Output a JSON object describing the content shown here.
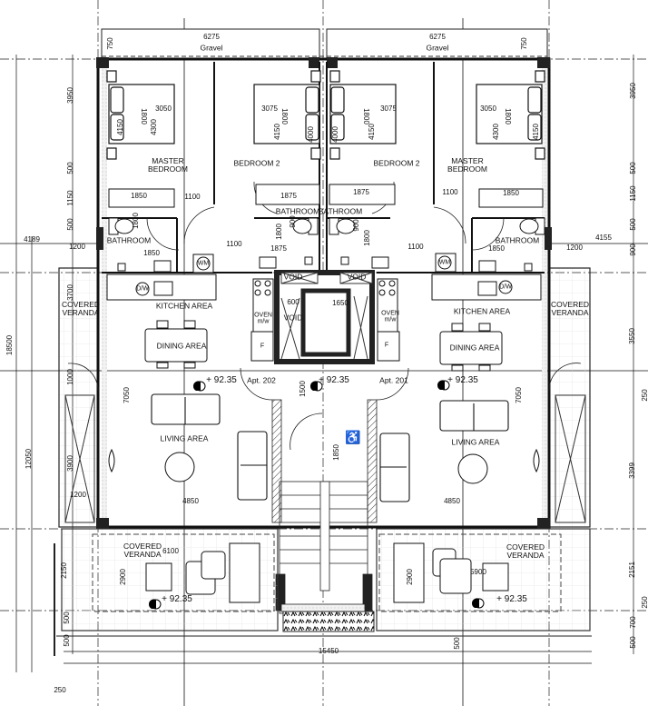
{
  "drawing": {
    "type": "architectural floor plan",
    "rooms": [
      "Gravel",
      "Gravel",
      "MASTER\nBEDROOM",
      "BEDROOM 2",
      "BATHROOM",
      "BATHROOM",
      "BEDROOM 2",
      "MASTER\nBEDROOM",
      "BATHROOM",
      "BATHROOM",
      "KITCHEN AREA",
      "DINING AREA",
      "COVERED\nVERANDA",
      "LIVING AREA",
      "KITCHEN AREA",
      "DINING AREA",
      "COVERED\nVERANDA",
      "LIVING AREA",
      "Apt. 202",
      "Apt. 201",
      "COVERED\nVERANDA",
      "COVERED\nVERANDA",
      "VOID",
      "VOID",
      "VOID"
    ],
    "fixtures": [
      "WM",
      "WM",
      "D/W",
      "D/W",
      "OVEN\nm/w",
      "OVEN\nm/w",
      "F",
      "F"
    ],
    "levels": [
      "+ 92.35",
      "+ 92.35",
      "+ 92.35",
      "+ 92.35",
      "+ 92.35"
    ],
    "dimensions": [
      "6275",
      "750",
      "6275",
      "750",
      "3950",
      "500",
      "1150",
      "500",
      "4189",
      "1200",
      "3050",
      "1800",
      "4150",
      "4300",
      "1850",
      "1100",
      "1800",
      "1850",
      "3075",
      "1800",
      "4150",
      "4000",
      "1875",
      "900",
      "1800",
      "1100",
      "1875",
      "3075",
      "1800",
      "4150",
      "4000",
      "1875",
      "900",
      "1800",
      "1100",
      "3050",
      "1800",
      "4300",
      "4150",
      "1100",
      "1850",
      "1850",
      "4155",
      "1200",
      "3950",
      "500",
      "1150",
      "500",
      "900",
      "600",
      "1650",
      "3700",
      "18500",
      "1000",
      "7050",
      "1500",
      "12050",
      "3900",
      "1200",
      "4850",
      "3550",
      "7050",
      "250",
      "1850",
      "3399",
      "4850",
      "6100",
      "2150",
      "2900",
      "500",
      "500",
      "2900",
      "5900",
      "2151",
      "250",
      "700",
      "500",
      "500",
      "15450",
      "250"
    ]
  }
}
